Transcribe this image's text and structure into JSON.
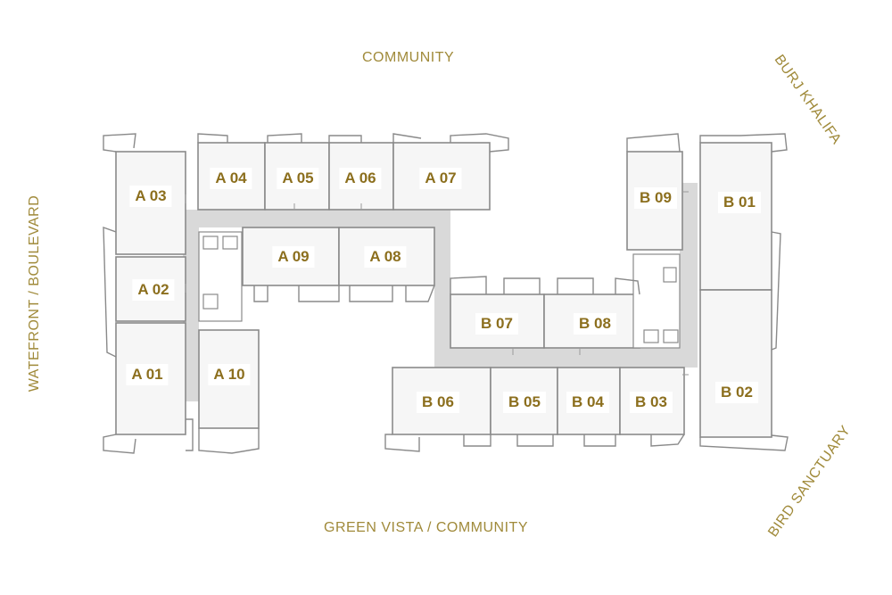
{
  "directions": {
    "top": "COMMUNITY",
    "bottom": "GREEN VISTA / COMMUNITY",
    "left": "WATEFRONT / BOULEVARD",
    "top_right": "BURJ KHALIFA",
    "bottom_right": "BIRD SANCTUARY"
  },
  "units": {
    "a01": "A 01",
    "a02": "A 02",
    "a03": "A 03",
    "a04": "A 04",
    "a05": "A 05",
    "a06": "A 06",
    "a07": "A 07",
    "a08": "A 08",
    "a09": "A 09",
    "a10": "A 10",
    "b01": "B 01",
    "b02": "B 02",
    "b03": "B 03",
    "b04": "B 04",
    "b05": "B 05",
    "b06": "B 06",
    "b07": "B 07",
    "b08": "B 08",
    "b09": "B 09"
  },
  "colors": {
    "label_text": "#8c6f1e",
    "direction_text": "#a08a3a",
    "corridor": "#d9d9d9",
    "wall": "#8a8a8a",
    "room_fill": "#f6f6f6"
  }
}
